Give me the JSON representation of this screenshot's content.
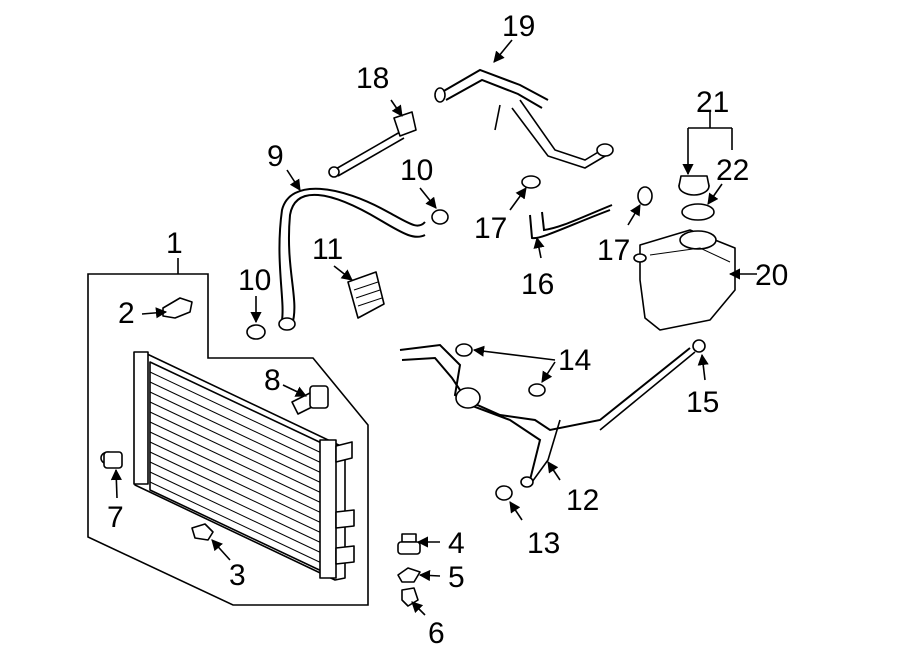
{
  "diagram": {
    "callouts": [
      {
        "id": "c1",
        "text": "1"
      },
      {
        "id": "c2",
        "text": "2"
      },
      {
        "id": "c3",
        "text": "3"
      },
      {
        "id": "c4",
        "text": "4"
      },
      {
        "id": "c5",
        "text": "5"
      },
      {
        "id": "c6",
        "text": "6"
      },
      {
        "id": "c7",
        "text": "7"
      },
      {
        "id": "c8",
        "text": "8"
      },
      {
        "id": "c9",
        "text": "9"
      },
      {
        "id": "c10a",
        "text": "10"
      },
      {
        "id": "c10b",
        "text": "10"
      },
      {
        "id": "c11",
        "text": "11"
      },
      {
        "id": "c12",
        "text": "12"
      },
      {
        "id": "c13",
        "text": "13"
      },
      {
        "id": "c14",
        "text": "14"
      },
      {
        "id": "c15",
        "text": "15"
      },
      {
        "id": "c16",
        "text": "16"
      },
      {
        "id": "c17a",
        "text": "17"
      },
      {
        "id": "c17b",
        "text": "17"
      },
      {
        "id": "c18",
        "text": "18"
      },
      {
        "id": "c19",
        "text": "19"
      },
      {
        "id": "c20",
        "text": "20"
      },
      {
        "id": "c21",
        "text": "21"
      },
      {
        "id": "c22",
        "text": "22"
      }
    ]
  }
}
